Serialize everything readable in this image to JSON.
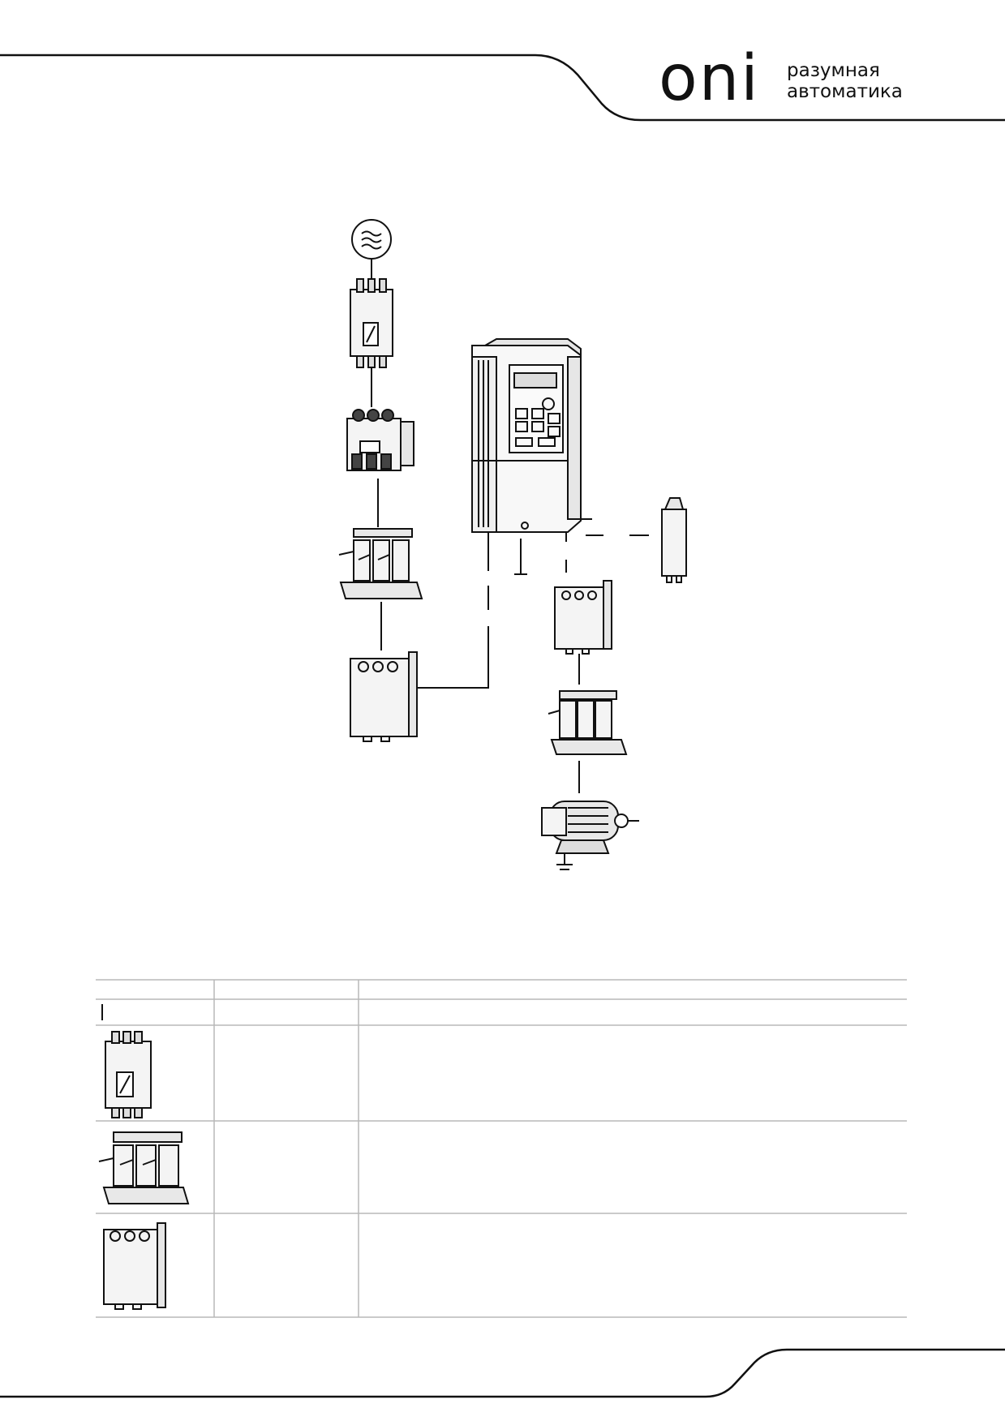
{
  "brand": {
    "logo": "oni",
    "tagline_line1": "разумная",
    "tagline_line2": "автоматика"
  },
  "diagram": {
    "components": [
      "power-source-icon",
      "circuit-breaker-icon",
      "contactor-icon",
      "input-reactor-icon",
      "input-filter-icon",
      "frequency-inverter-icon",
      "ground-icon",
      "braking-resistor-icon",
      "output-filter-icon",
      "output-reactor-icon",
      "motor-icon"
    ]
  },
  "table": {
    "rows": [
      {
        "icon": "circuit-breaker-icon"
      },
      {
        "icon": "reactor-icon"
      },
      {
        "icon": "filter-icon"
      }
    ]
  },
  "colors": {
    "line": "#111111",
    "table_rule": "#b8b8b8"
  }
}
